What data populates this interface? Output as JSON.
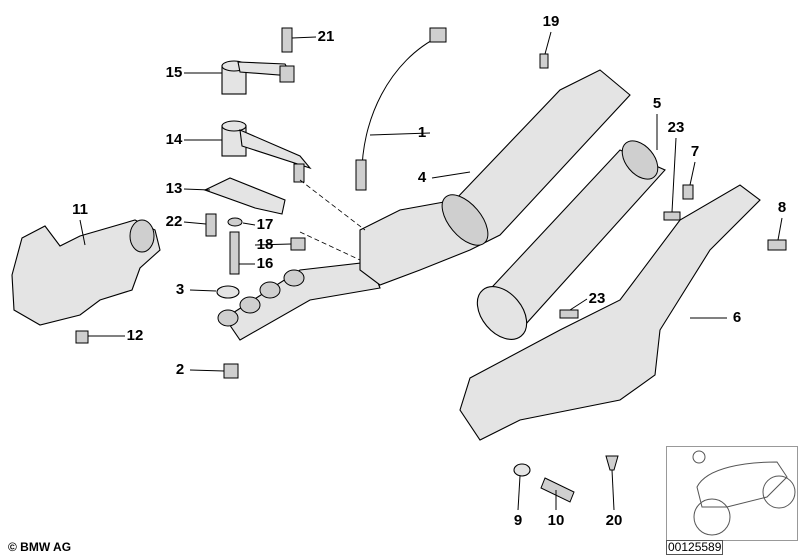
{
  "diagram": {
    "callouts": [
      "1",
      "2",
      "3",
      "4",
      "5",
      "6",
      "7",
      "8",
      "9",
      "10",
      "11",
      "12",
      "13",
      "14",
      "15",
      "16",
      "17",
      "18",
      "19",
      "20",
      "21",
      "22",
      "23",
      "23"
    ],
    "copyright": "© BMW AG",
    "image_number": "00125589"
  }
}
